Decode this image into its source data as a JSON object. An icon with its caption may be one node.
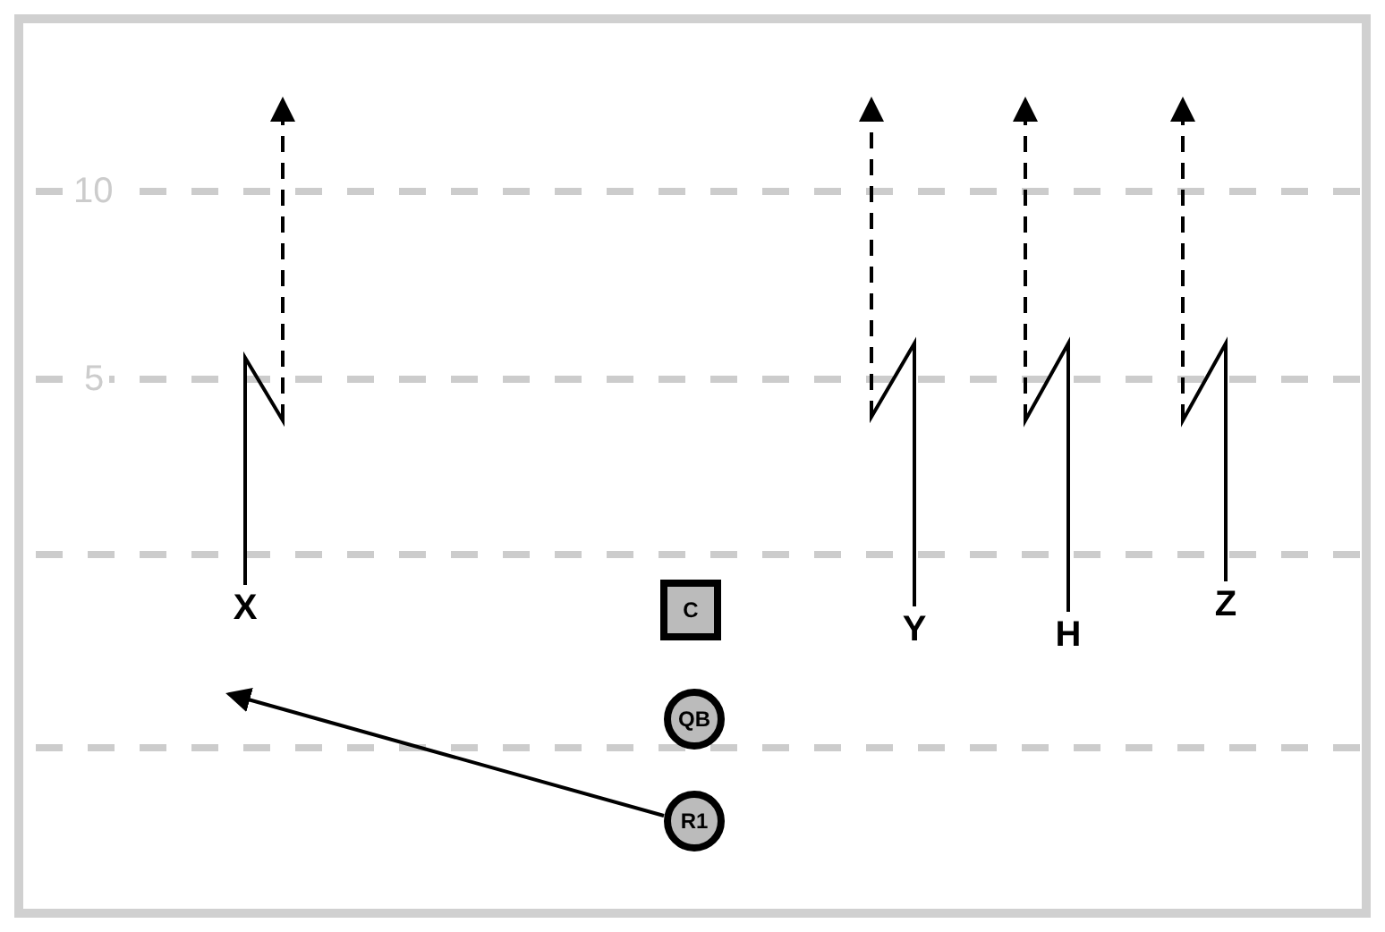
{
  "diagram": {
    "nodes": [
      {
        "text": [
          "X"
        ]
      },
      {
        "text": [
          "C"
        ]
      },
      {
        "text": [
          "Y"
        ]
      },
      {
        "text": [
          "H"
        ]
      },
      {
        "text": [
          "Z"
        ]
      },
      {
        "text": [
          "QB"
        ]
      },
      {
        "text": [
          "R1"
        ]
      }
    ],
    "edges": [
      {
        "from": 0,
        "to": null,
        "arrow": "to",
        "style": "dashed"
      },
      {
        "from": 2,
        "to": null,
        "arrow": "to",
        "style": "dashed"
      },
      {
        "from": 3,
        "to": null,
        "arrow": "to",
        "style": "dashed"
      },
      {
        "from": 4,
        "to": null,
        "arrow": "to",
        "style": "dashed"
      },
      {
        "from": 6,
        "to": null,
        "arrow": "to"
      }
    ],
    "labels": [
      "10",
      "5"
    ]
  }
}
